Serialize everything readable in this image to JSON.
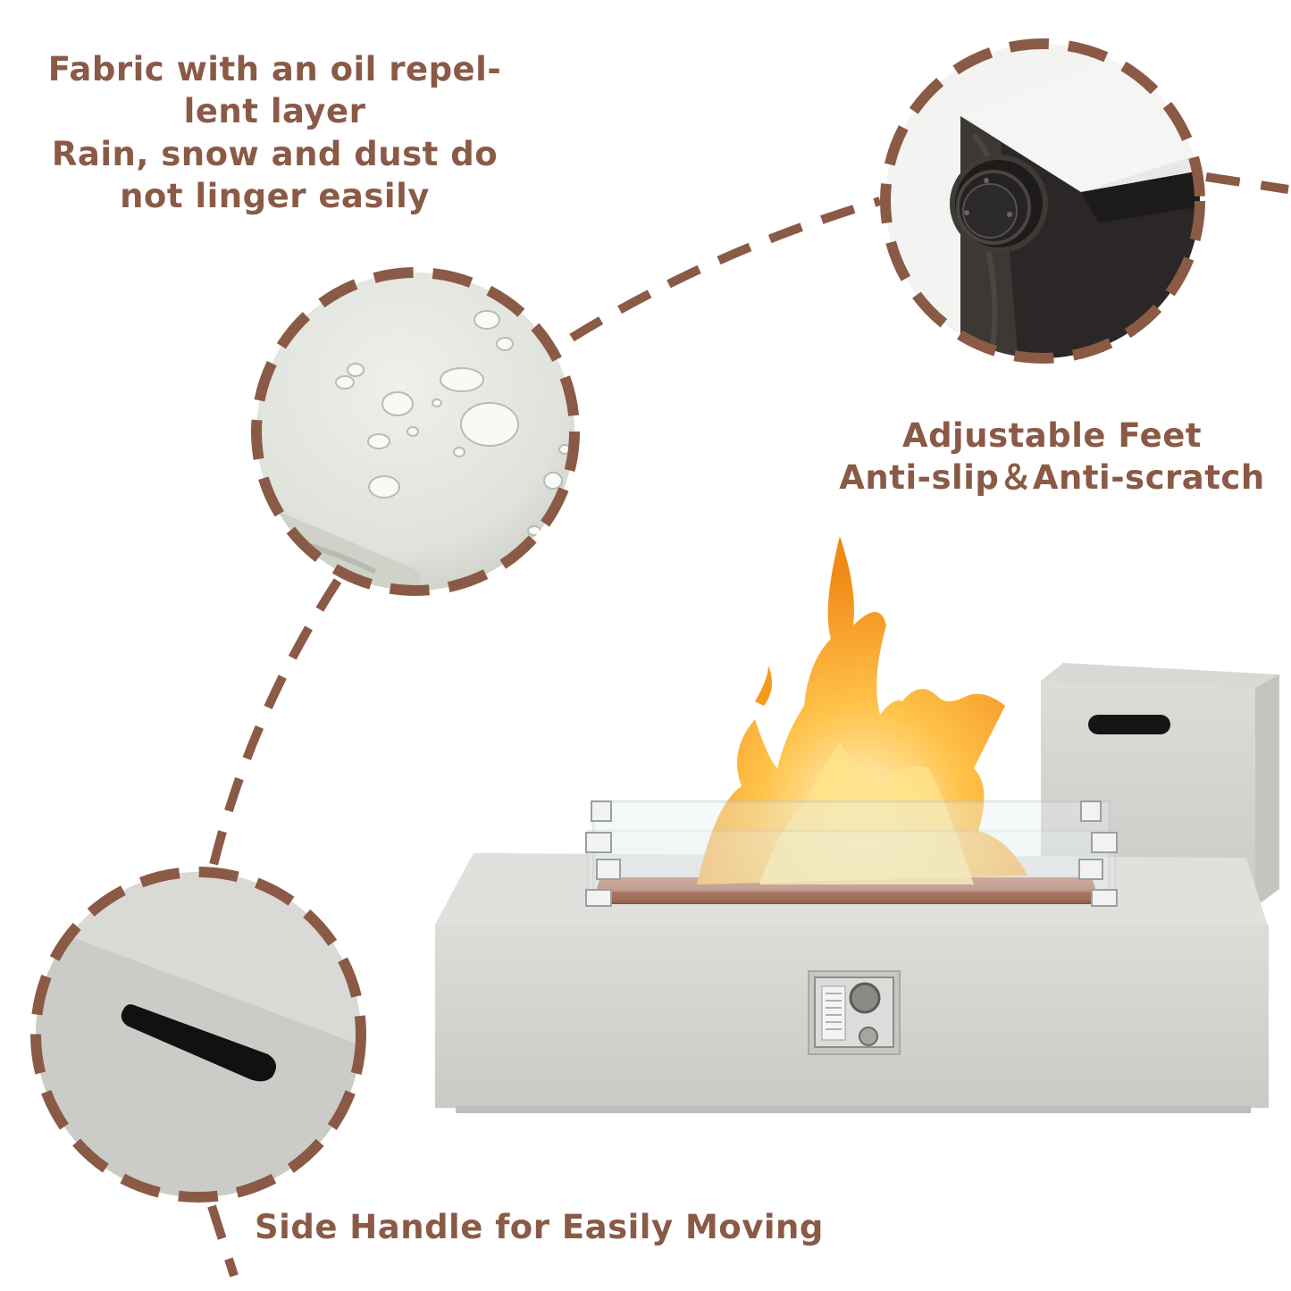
{
  "captions": {
    "fabric": [
      "Fabric with an oil repel-",
      "lent layer",
      "Rain, snow and dust do",
      "not linger easily"
    ],
    "feet": [
      "Adjustable Feet",
      "Anti-slip＆Anti-scratch"
    ],
    "handle": "Side Handle for Easily Moving"
  },
  "colors": {
    "accent": "#8a5a46",
    "background": "#ffffff"
  }
}
